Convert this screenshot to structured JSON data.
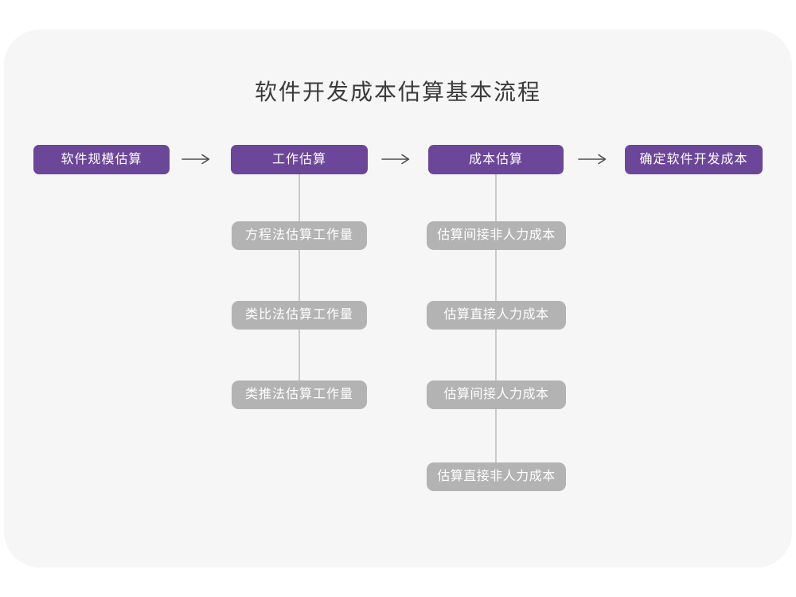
{
  "title": "软件开发成本估算基本流程",
  "colors": {
    "page-bg": "#ffffff",
    "card-bg": "#f6f6f7",
    "node-purple": "#6c4699",
    "node-gray": "#b3b3b3",
    "node-text": "#ffffff",
    "connector": "#cacaca",
    "arrow": "#4f4f4f",
    "title-text": "#3b3b3b"
  },
  "flow": {
    "main_steps": [
      {
        "label": "软件规模估算"
      },
      {
        "label": "工作估算"
      },
      {
        "label": "成本估算"
      },
      {
        "label": "确定软件开发成本"
      }
    ],
    "work_estimation_methods": [
      "方程法估算工作量",
      "类比法估算工作量",
      "类推法估算工作量"
    ],
    "cost_estimation_steps": [
      "估算间接非人力成本",
      "估算直接人力成本",
      "估算间接人力成本",
      "估算直接非人力成本"
    ]
  }
}
